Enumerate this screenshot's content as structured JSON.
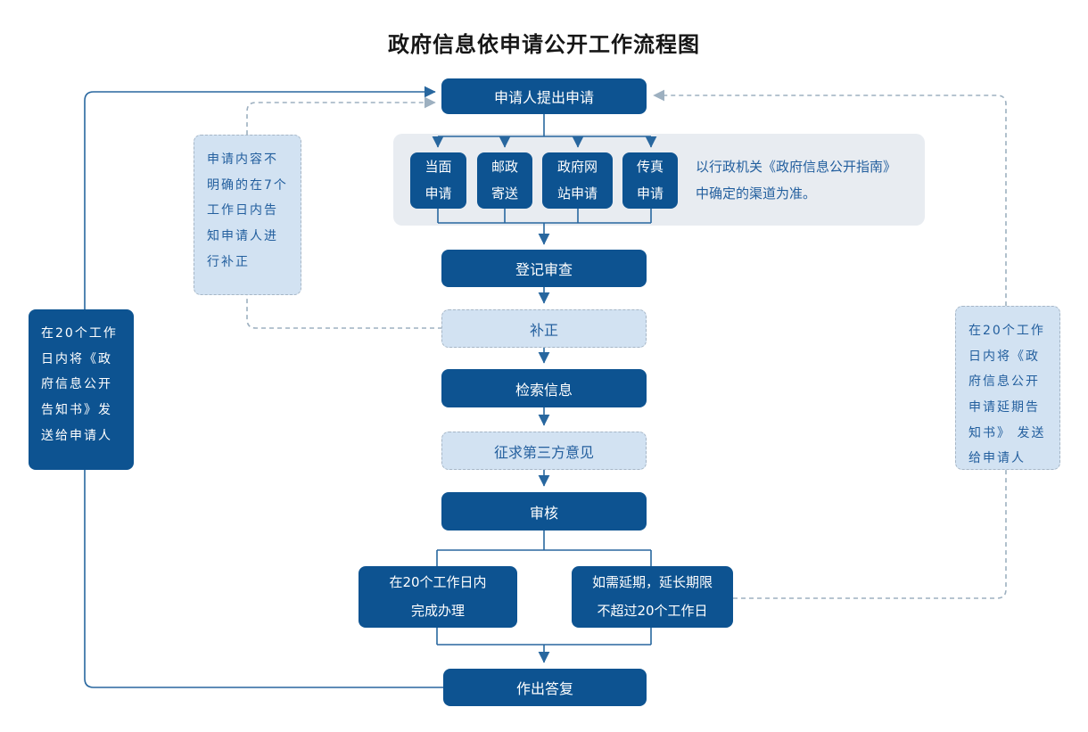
{
  "title": "政府信息依申请公开工作流程图",
  "nodes": {
    "apply": "申请人提出申请",
    "register": "登记审查",
    "correction": "补正",
    "search": "检索信息",
    "third_party": "征求第三方意见",
    "review": "审核",
    "reply": "作出答复",
    "complete": "在20个工作日内\n完成办理",
    "extend": "如需延期，延长期限\n不超过20个工作日"
  },
  "channels": [
    {
      "label": "当面\n申请"
    },
    {
      "label": "邮政\n寄送"
    },
    {
      "label": "政府网\n站申请"
    },
    {
      "label": "传真\n申请"
    }
  ],
  "channel_note": "以行政机关《政府信息公开指南》\n中确定的渠道为准。",
  "annotations": {
    "left_solid": "在20个工作\n日内将《政\n府信息公开\n告知书》发\n送给申请人",
    "left_dashed": "申请内容不\n明确的在7个\n工作日内告\n知申请人进\n行补正",
    "right_dashed": "在20个工作\n日内将《政\n府信息公开\n申请延期告\n知书》 发送\n给申请人"
  },
  "colors": {
    "primary": "#0d5391",
    "light_fill": "#d2e2f2",
    "panel_fill": "#e8ecf1",
    "connector": "#28679f",
    "dashed_connector": "#9db0c0",
    "note_text": "#235f9e"
  }
}
